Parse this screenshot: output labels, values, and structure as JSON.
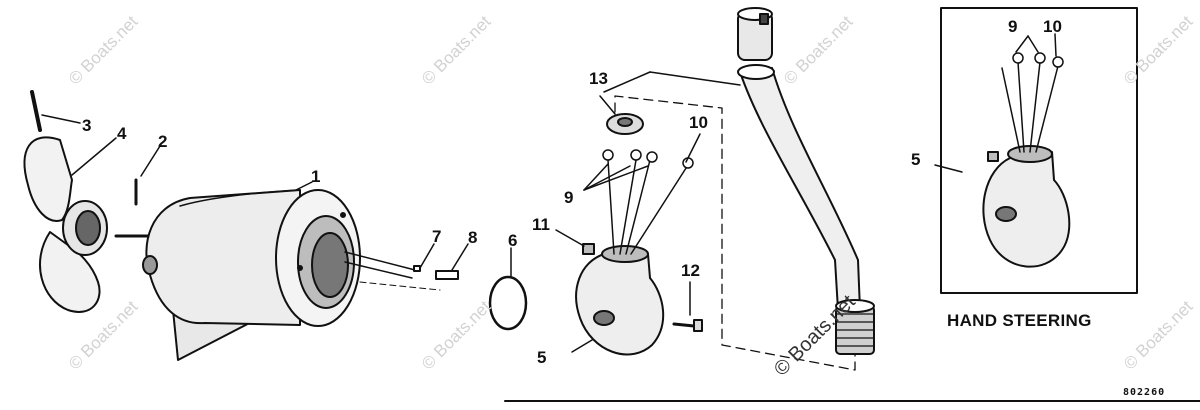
{
  "callouts": {
    "c1": "1",
    "c2": "2",
    "c3": "3",
    "c4": "4",
    "c5a": "5",
    "c5b": "5",
    "c6": "6",
    "c7": "7",
    "c8": "8",
    "c9a": "9",
    "c9b": "9",
    "c10a": "10",
    "c10b": "10",
    "c11": "11",
    "c12": "12",
    "c13": "13"
  },
  "inset": {
    "caption": "HAND STEERING"
  },
  "figure_code": "802260",
  "watermark": "© Boats.net"
}
